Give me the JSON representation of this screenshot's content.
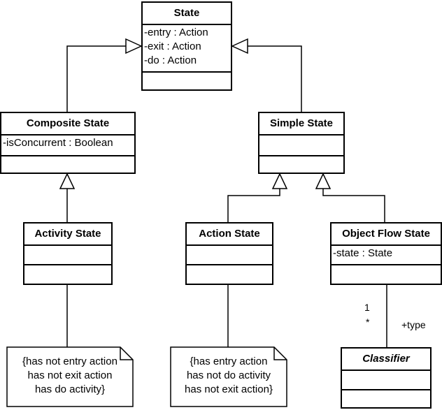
{
  "classes": {
    "state": {
      "name": "State",
      "attrs": [
        "-entry : Action",
        "-exit : Action",
        "-do : Action"
      ]
    },
    "composite_state": {
      "name": "Composite State",
      "attrs": [
        "-isConcurrent : Boolean"
      ]
    },
    "simple_state": {
      "name": "Simple State",
      "attrs": []
    },
    "activity_state": {
      "name": "Activity State",
      "attrs": []
    },
    "action_state": {
      "name": "Action State",
      "attrs": []
    },
    "object_flow_state": {
      "name": "Object Flow State",
      "attrs": [
        "-state : State"
      ]
    },
    "classifier": {
      "name": "Classifier",
      "attrs": []
    }
  },
  "notes": {
    "activity_note": [
      "{has not entry action",
      "has not exit action",
      "has do activity}"
    ],
    "action_note": [
      "{has entry action",
      "has not do activity",
      "has not exit action}"
    ]
  },
  "association": {
    "mult_1": "1",
    "mult_star": "*",
    "role": "+type"
  }
}
